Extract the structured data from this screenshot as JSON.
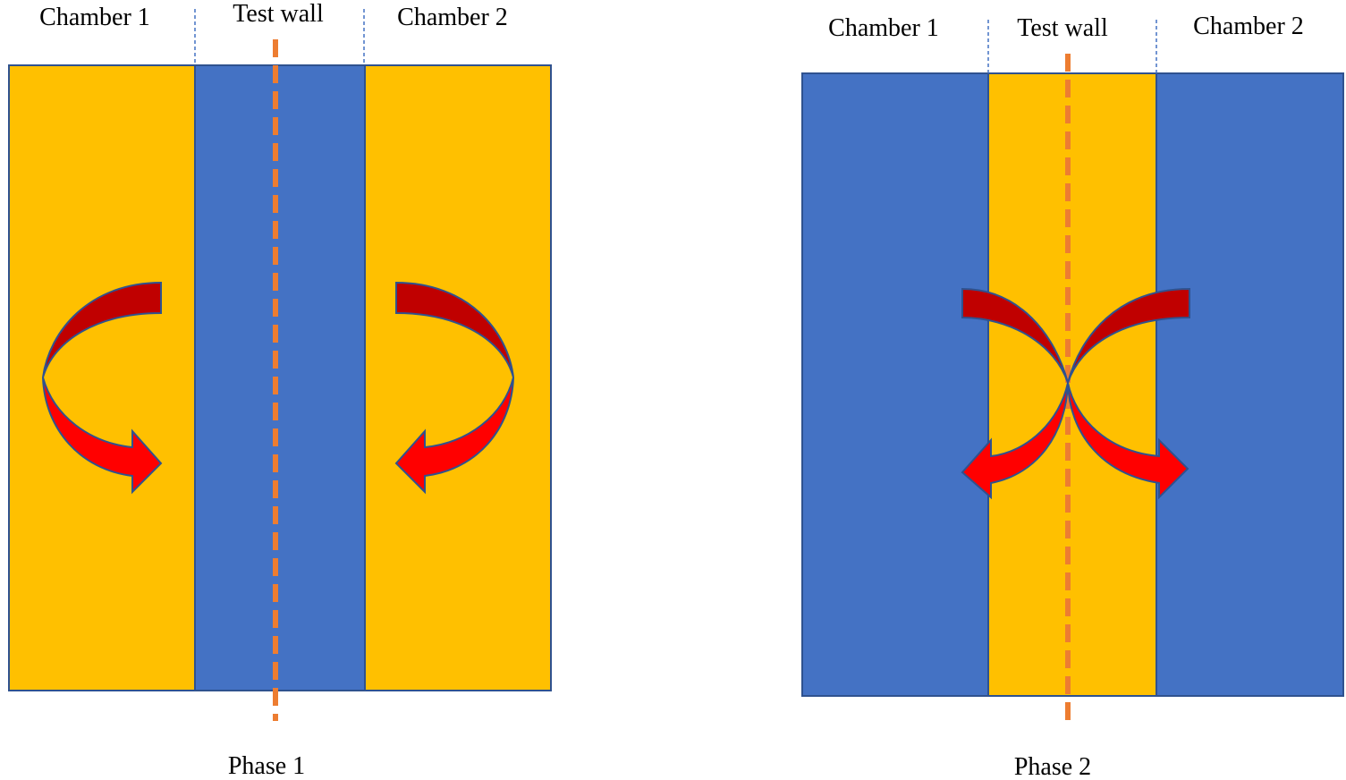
{
  "colors": {
    "yellow": "#ffc000",
    "blue": "#4472c4",
    "outline": "#2f528f",
    "centerline": "#ed7d31",
    "arrow_dark": "#c00000",
    "arrow_light": "#ff0000"
  },
  "phase1": {
    "chamber1_label": "Chamber 1",
    "wall_label": "Test wall",
    "chamber2_label": "Chamber 2",
    "caption": "Phase 1",
    "chamber_color": "yellow",
    "wall_color": "blue",
    "arrow_icon": "curved-arrow-icon"
  },
  "phase2": {
    "chamber1_label": "Chamber 1",
    "wall_label": "Test wall",
    "chamber2_label": "Chamber 2",
    "caption": "Phase 2",
    "chamber_color": "blue",
    "wall_color": "yellow",
    "arrow_icon": "curved-arrow-icon"
  }
}
